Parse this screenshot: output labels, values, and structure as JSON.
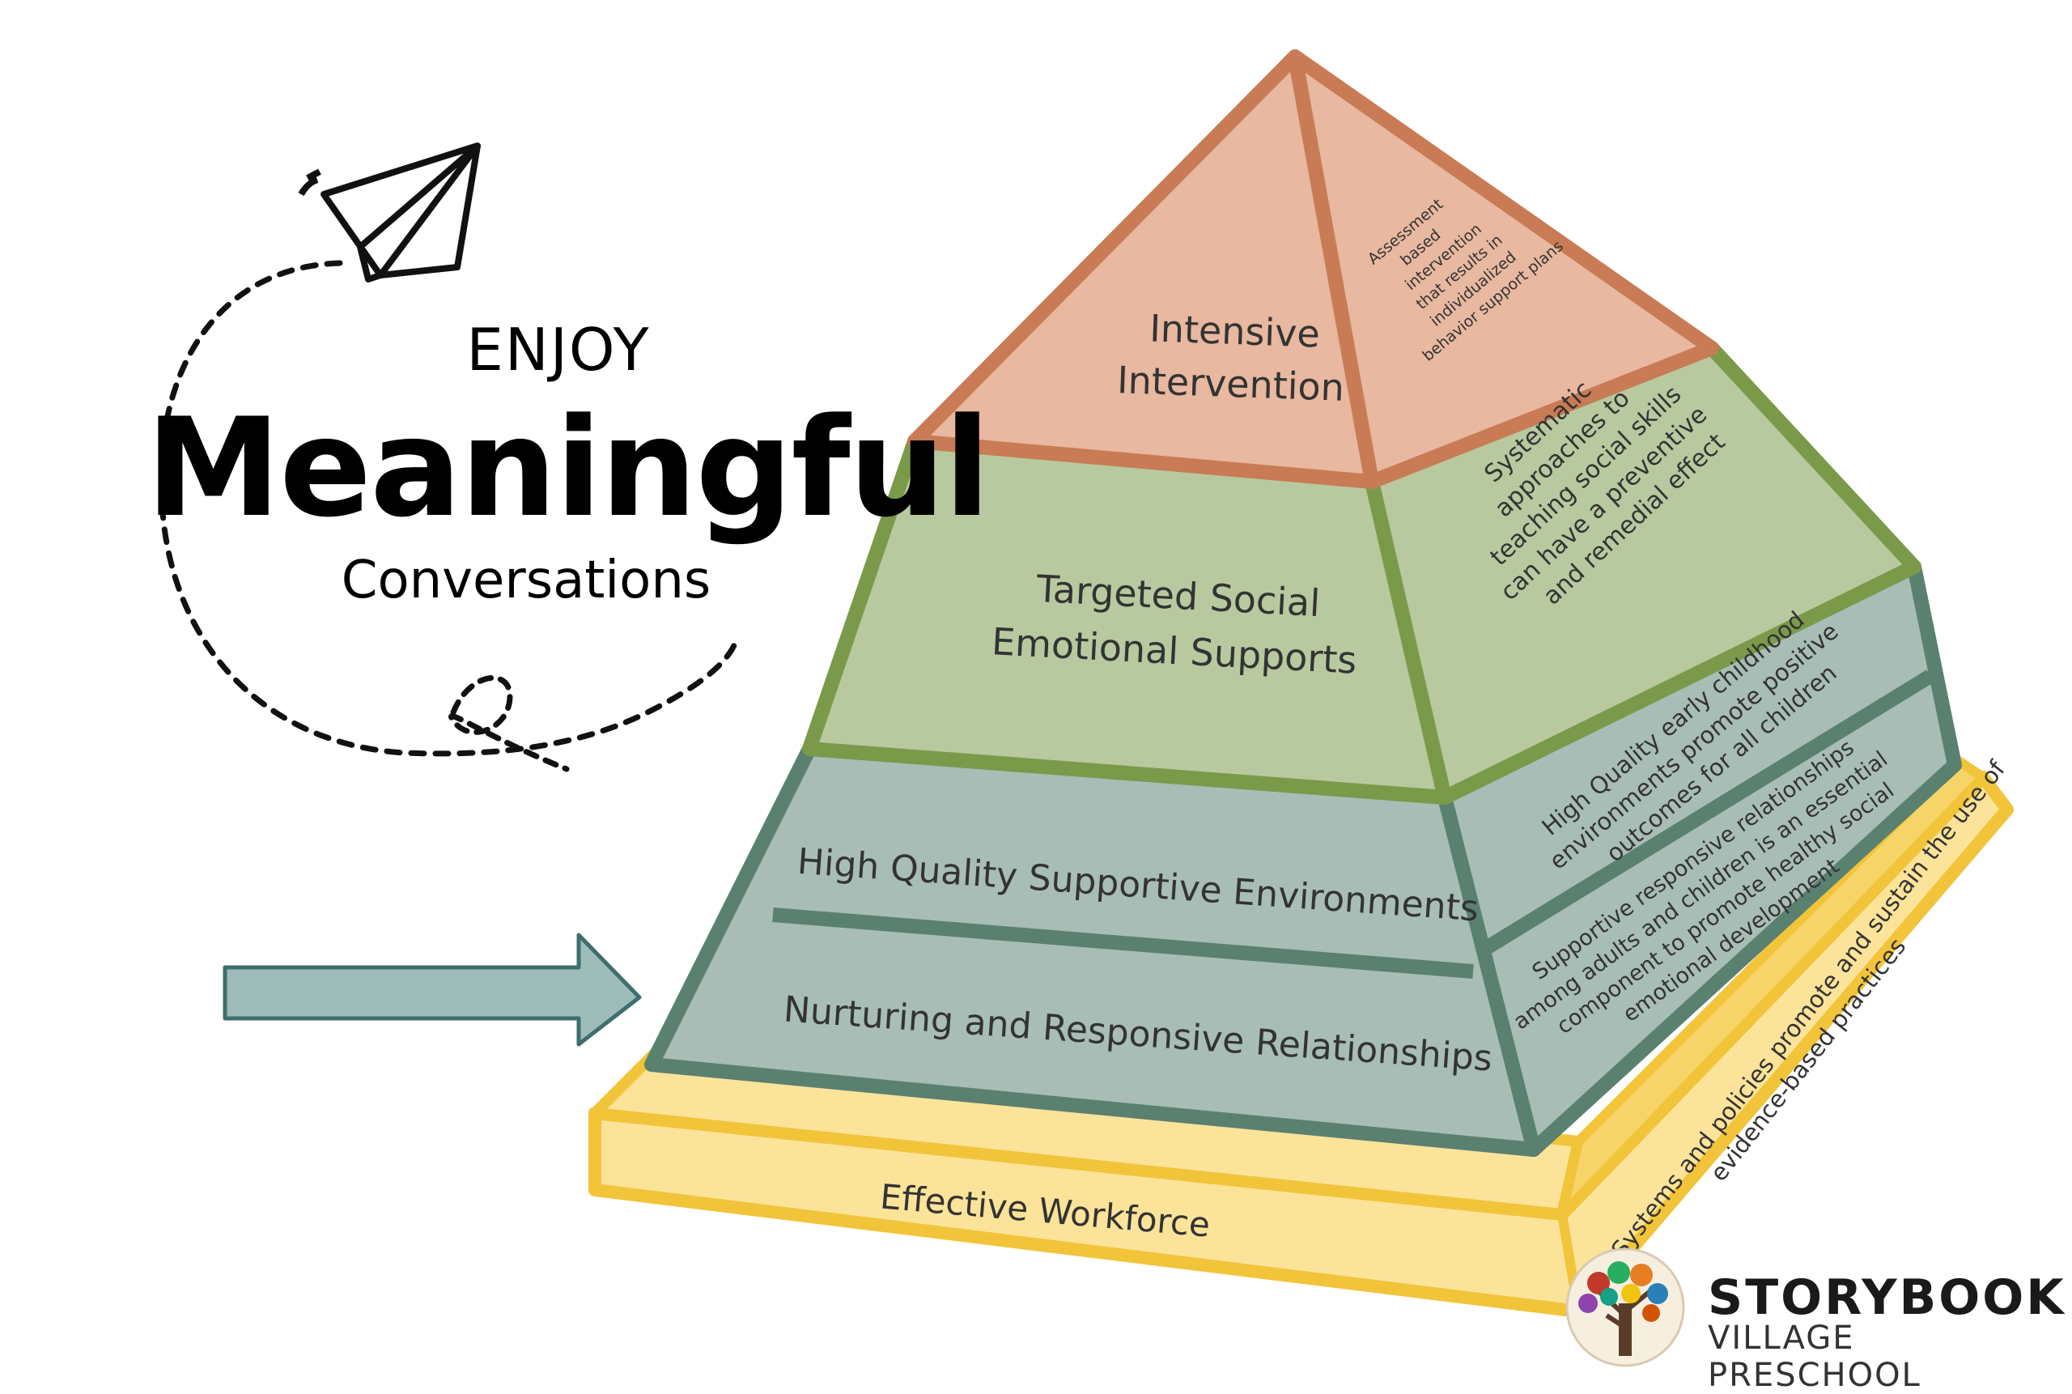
{
  "heading": {
    "enjoy": "ENJOY",
    "meaningful": "Meaningful",
    "conversations": "Conversations"
  },
  "pyramid": {
    "tiers": [
      {
        "label_line1": "Intensive",
        "label_line2": "Intervention",
        "description": [
          "Assessment",
          "based",
          "intervention",
          "that results in",
          "individualized",
          "behavior support plans"
        ]
      },
      {
        "label_line1": "Targeted Social",
        "label_line2": "Emotional Supports",
        "description": [
          "Systematic",
          "approaches to",
          "teaching social skills",
          "can have a preventive",
          "and remedial effect"
        ]
      },
      {
        "label": "High Quality Supportive Environments",
        "description": [
          "High Quality early childhood",
          "environments promote positive",
          "outcomes for all children"
        ]
      },
      {
        "label": "Nurturing and Responsive Relationships",
        "description": [
          "Supportive responsive relationships",
          "among adults and children is an essential",
          "component to promote healthy social",
          "emotional development"
        ]
      }
    ],
    "base": {
      "label": "Effective Workforce",
      "description": [
        "Systems and policies promote and sustain the use of",
        "evidence-based practices"
      ]
    }
  },
  "logo": {
    "name": "STORYBOOK",
    "subtitle": "VILLAGE PRESCHOOL"
  },
  "colors": {
    "top": "#e8b8a0",
    "top_border": "#c97b55",
    "targeted": "#b8c9a0",
    "targeted_border": "#7a9a4a",
    "universal": "#a8bdb5",
    "universal_border": "#5a8070",
    "base": "#fbe39a",
    "base_border": "#f2c43a",
    "arrow": "#9dbcba",
    "arrow_border": "#3f6e6e"
  },
  "icons": [
    "paper-plane-icon",
    "arrow-right-icon",
    "tree-logo-icon"
  ]
}
